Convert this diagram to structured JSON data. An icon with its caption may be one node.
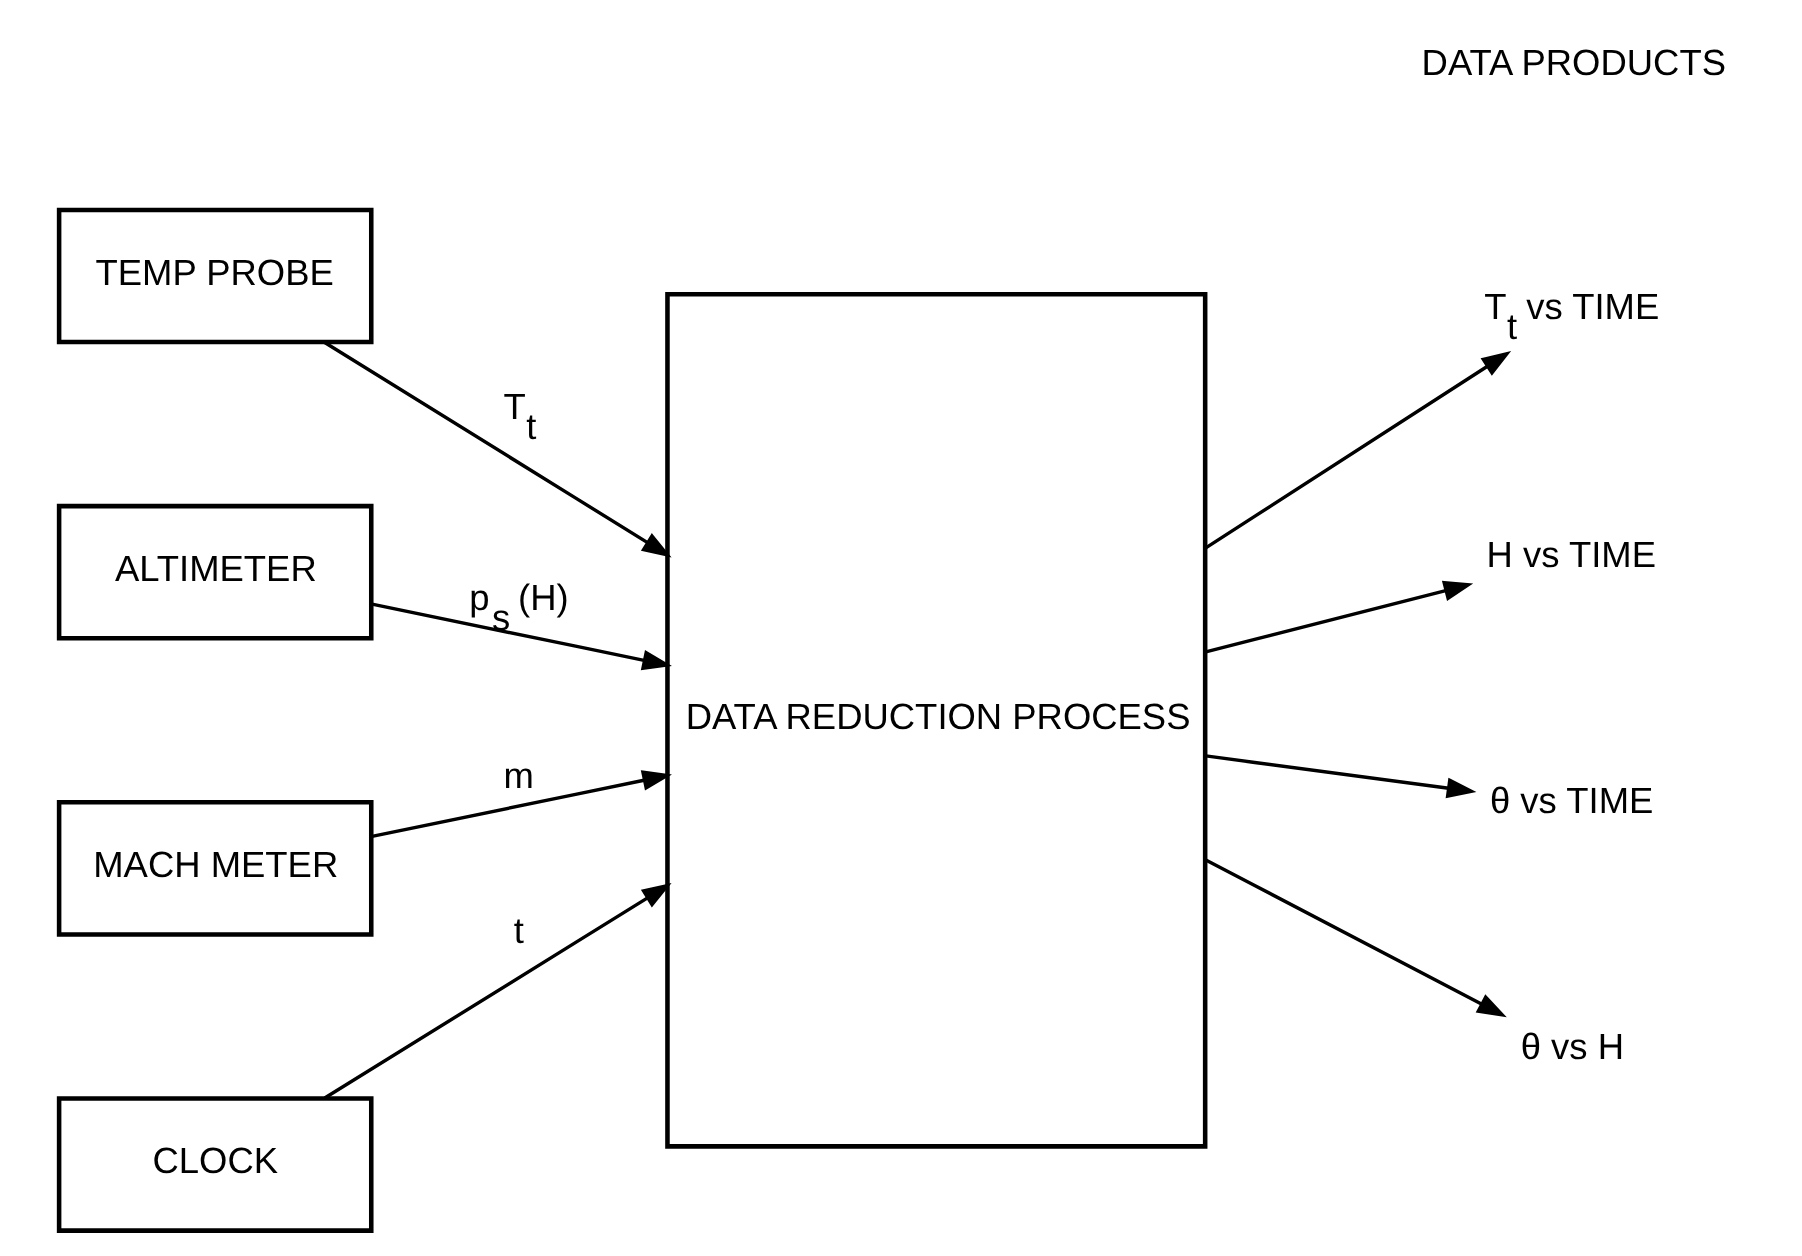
{
  "diagram": {
    "nodes": [
      {
        "text": [
          "TEMP PROBE"
        ]
      },
      {
        "text": [
          "ALTIMETER"
        ]
      },
      {
        "text": [
          "MACH METER"
        ]
      },
      {
        "text": [
          "CLOCK"
        ]
      },
      {
        "text": [
          "DATA REDUCTION PROCESS"
        ]
      },
      {
        "text": [
          "T$_{t}$ vs TIME"
        ]
      },
      {
        "text": [
          "H vs TIME"
        ]
      },
      {
        "text": [
          "θ vs TIME"
        ]
      },
      {
        "text": [
          "θ vs H"
        ]
      }
    ],
    "edges": [
      {
        "from": 0,
        "to": 4,
        "arrow": "to",
        "label": "T$_{t}$"
      },
      {
        "from": 1,
        "to": 4,
        "arrow": "to",
        "label": "p$_{s}$ (H)"
      },
      {
        "from": 2,
        "to": 4,
        "arrow": "to",
        "label": "m"
      },
      {
        "from": 3,
        "to": 4,
        "arrow": "to",
        "label": "t"
      },
      {
        "from": 4,
        "to": 5,
        "arrow": "to"
      },
      {
        "from": 4,
        "to": 6,
        "arrow": "to"
      },
      {
        "from": 4,
        "to": 7,
        "arrow": "to"
      },
      {
        "from": 4,
        "to": 8,
        "arrow": "to"
      }
    ],
    "labels": [
      "DATA PRODUCTS"
    ]
  }
}
